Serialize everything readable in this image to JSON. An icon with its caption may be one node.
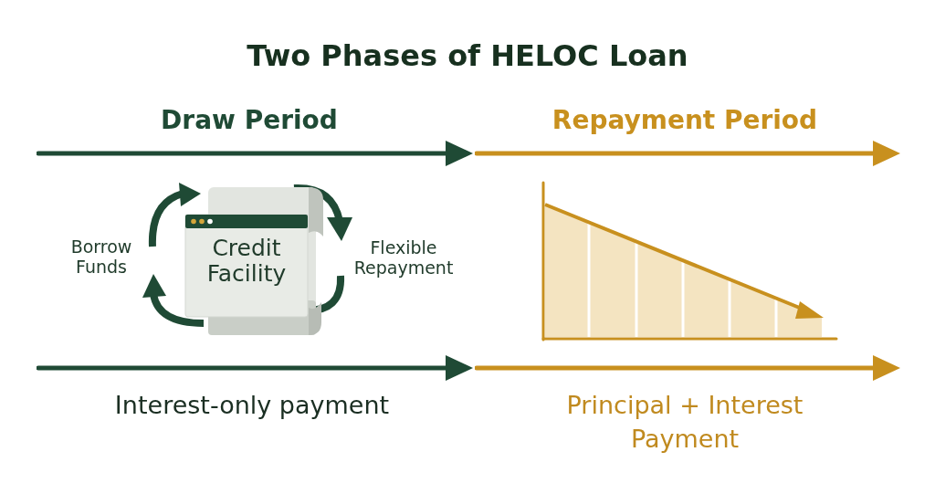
{
  "diagram": {
    "title": "Two Phases of HELOC Loan",
    "nodes": [
      {
        "text": [
          "Credit Facility"
        ]
      }
    ],
    "labels": [
      "Draw Period",
      "Repayment Period",
      "Borrow Funds",
      "Flexible Repayment",
      "Interest-only payment",
      "Principal + Interest Payment"
    ]
  }
}
